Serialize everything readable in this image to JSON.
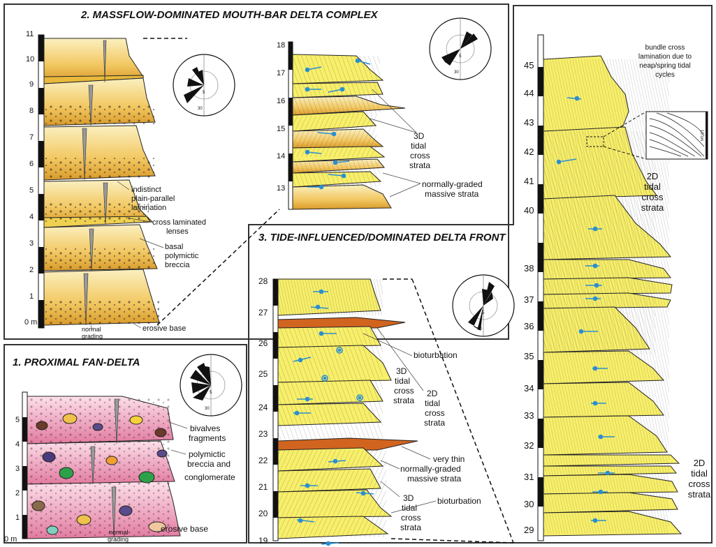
{
  "colors": {
    "sand": "#f5e09a",
    "sand_dark": "#d99a2a",
    "tidal_yellow": "#f8ef6a",
    "orange_mud": "#d1641f",
    "pink_matrix": "#f2a4bd",
    "arrow_blue": "#2a8fd0",
    "frame": "#333333"
  },
  "panel2": {
    "title": "2. MASSFLOW-DOMINATED MOUTH-BAR DELTA COMPLEX",
    "scale_unit": "0 m",
    "ticks_a": [
      "1",
      "2",
      "3",
      "4",
      "5",
      "6",
      "7",
      "8",
      "9",
      "10",
      "11"
    ],
    "ticks_b": [
      "13",
      "14",
      "15",
      "16",
      "17",
      "18"
    ],
    "labels": {
      "indistinct": "indistinct",
      "plain_parallel": "plain-parallel",
      "lamination": "lamination",
      "cross_laminated": "cross laminated",
      "lenses": "lenses",
      "basal": "basal",
      "polymictic": "polymictic",
      "breccia": "breccia",
      "erosive_base": "erosive base",
      "normal": "normal",
      "grading": "grading",
      "t3d": "3D",
      "tidal": "tidal",
      "cross": "cross",
      "strata": "strata",
      "normally_graded": "normally-graded",
      "massive_strata": "massive strata"
    },
    "rose": {
      "inner": "5",
      "outer": "30"
    }
  },
  "panel1": {
    "title": "1. PROXIMAL FAN-DELTA",
    "scale_unit": "0 m",
    "ticks": [
      "1",
      "2",
      "3",
      "4",
      "5"
    ],
    "labels": {
      "bivalves": "bivalves",
      "fragments": "fragments",
      "polymictic": "polymictic",
      "breccia_and": "breccia and",
      "conglomerate": "conglomerate",
      "normal": "normal",
      "grading": "grading",
      "erosive_base": "erosive base"
    },
    "rose": {
      "inner": "5",
      "outer": "30"
    }
  },
  "panel3": {
    "title": "3. TIDE-INFLUENCED/DOMINATED DELTA FRONT",
    "ticks": [
      "19",
      "20",
      "21",
      "22",
      "23",
      "24",
      "25",
      "26",
      "27",
      "28"
    ],
    "labels": {
      "bioturbation": "bioturbation",
      "t2d": "2D",
      "t3d": "3D",
      "tidal": "tidal",
      "cross": "cross",
      "strata": "strata",
      "very_thin": "very thin",
      "normally_graded": "normally-graded",
      "massive_strata": "massive strata",
      "bioturbation2": "bioturbation"
    },
    "rose": {
      "inner": "5",
      "outer": "30"
    }
  },
  "panel4": {
    "ticks": [
      "29",
      "30",
      "31",
      "32",
      "33",
      "34",
      "35",
      "36",
      "37",
      "38",
      "40",
      "41",
      "42",
      "43",
      "44",
      "45"
    ],
    "labels": {
      "bundle1": "bundle cross",
      "bundle2": "lamination due to",
      "bundle3": "neap/spring tidal",
      "bundle4": "cycles",
      "inset_scale": "10 cm",
      "t2d": "2D",
      "tidal": "tidal",
      "cross": "cross",
      "strata": "strata"
    }
  }
}
